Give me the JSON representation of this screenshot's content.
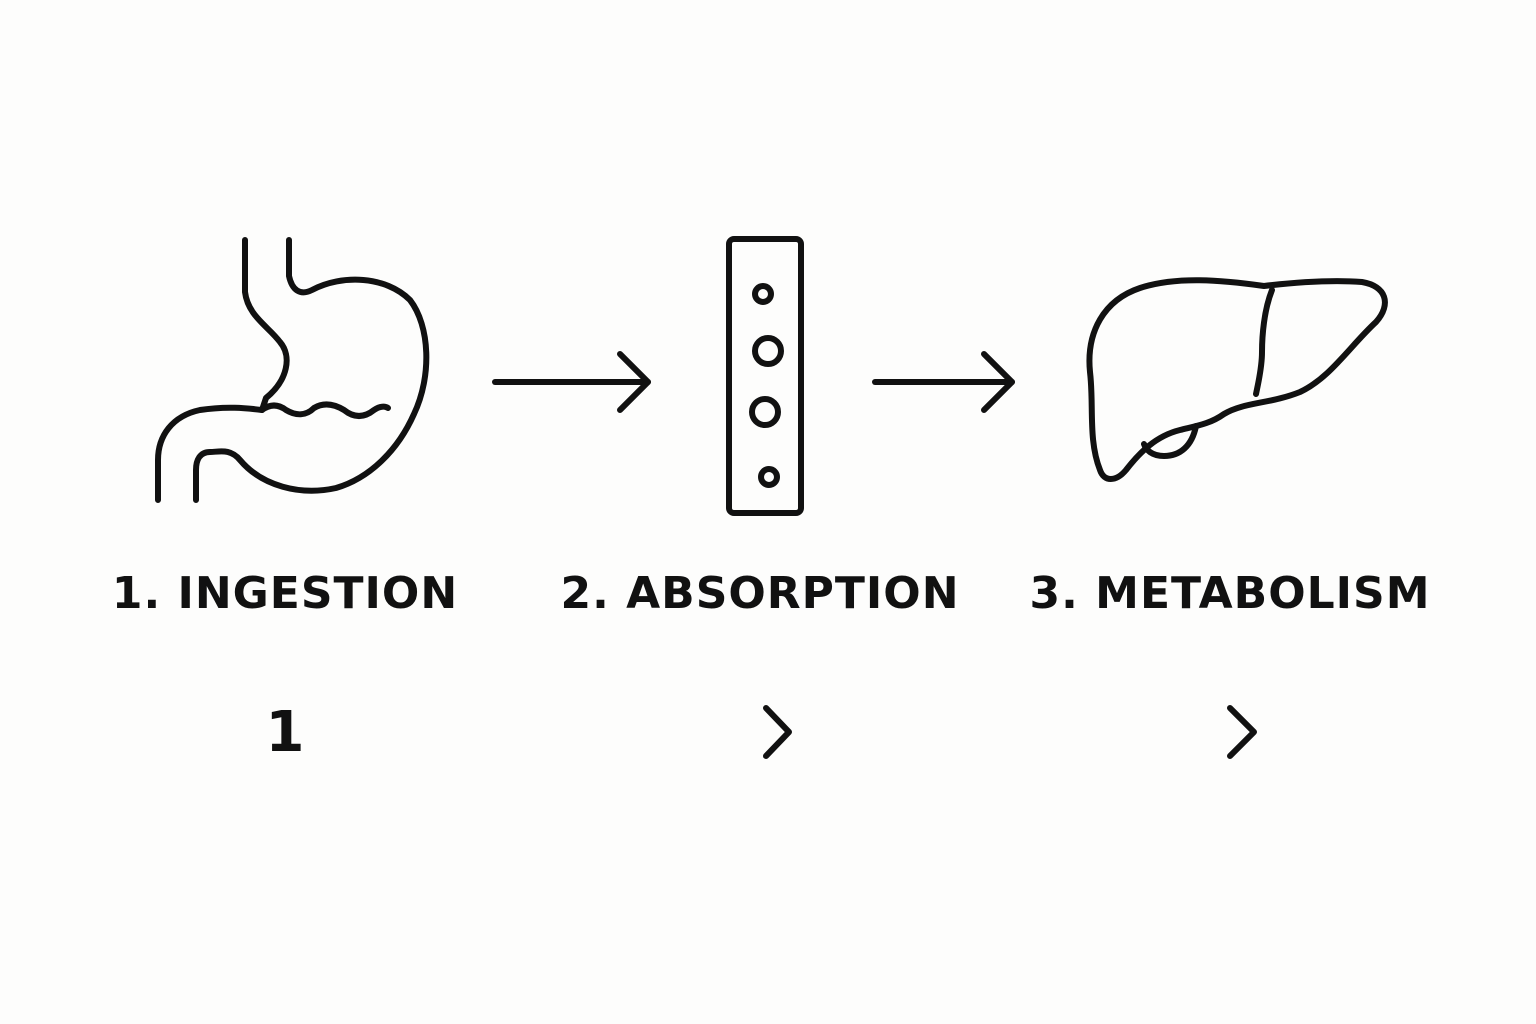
{
  "steps": [
    {
      "label": "1. INGESTION",
      "icon": "stomach-icon"
    },
    {
      "label": "2. ABSORPTION",
      "icon": "intestinal-wall-icon"
    },
    {
      "label": "3. METABOLISM",
      "icon": "liver-icon"
    }
  ],
  "markers": [
    {
      "text": "1"
    },
    {
      "icon": "chevron-right-icon"
    },
    {
      "icon": "chevron-right-icon"
    }
  ],
  "colors": {
    "stroke": "#111111",
    "background": "#fdfdfc"
  }
}
